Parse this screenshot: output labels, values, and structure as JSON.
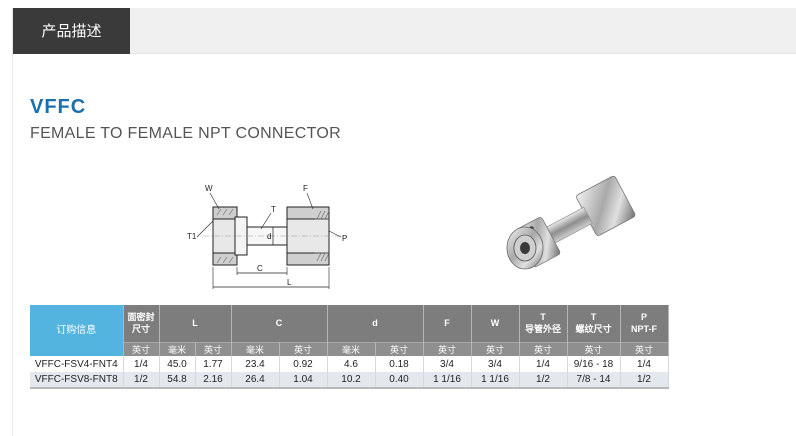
{
  "tab": {
    "label": "产品描述"
  },
  "product": {
    "code": "VFFC",
    "subtitle": "FEMALE TO FEMALE NPT CONNECTOR"
  },
  "drawing_labels": {
    "w": "W",
    "f": "F",
    "t": "T",
    "t1": "T1",
    "d": "d",
    "p": "P",
    "c": "C",
    "l": "L"
  },
  "table": {
    "order_header": "订购信息",
    "headers": [
      {
        "line1": "面密封",
        "line2": "尺寸"
      },
      {
        "line1": "L",
        "line2": ""
      },
      {
        "line1": "C",
        "line2": ""
      },
      {
        "line1": "d",
        "line2": ""
      },
      {
        "line1": "F",
        "line2": ""
      },
      {
        "line1": "W",
        "line2": ""
      },
      {
        "line1": "T",
        "line2": "导管外径"
      },
      {
        "line1": "T",
        "line2": "螺纹尺寸"
      },
      {
        "line1": "P",
        "line2": "NPT-F"
      }
    ],
    "units": [
      "英寸",
      "毫米",
      "英寸",
      "毫米",
      "英寸",
      "毫米",
      "英寸",
      "英寸",
      "英寸",
      "英寸",
      "英寸",
      "英寸"
    ],
    "rows": [
      [
        "VFFC-FSV4-FNT4",
        "1/4",
        "45.0",
        "1.77",
        "23.4",
        "0.92",
        "4.6",
        "0.18",
        "3/4",
        "3/4",
        "1/4",
        "9/16 - 18",
        "1/4"
      ],
      [
        "VFFC-FSV8-FNT8",
        "1/2",
        "54.8",
        "2.16",
        "26.4",
        "1.04",
        "10.2",
        "0.40",
        "1 1/16",
        "1 1/16",
        "1/2",
        "7/8 - 14",
        "1/2"
      ]
    ]
  }
}
